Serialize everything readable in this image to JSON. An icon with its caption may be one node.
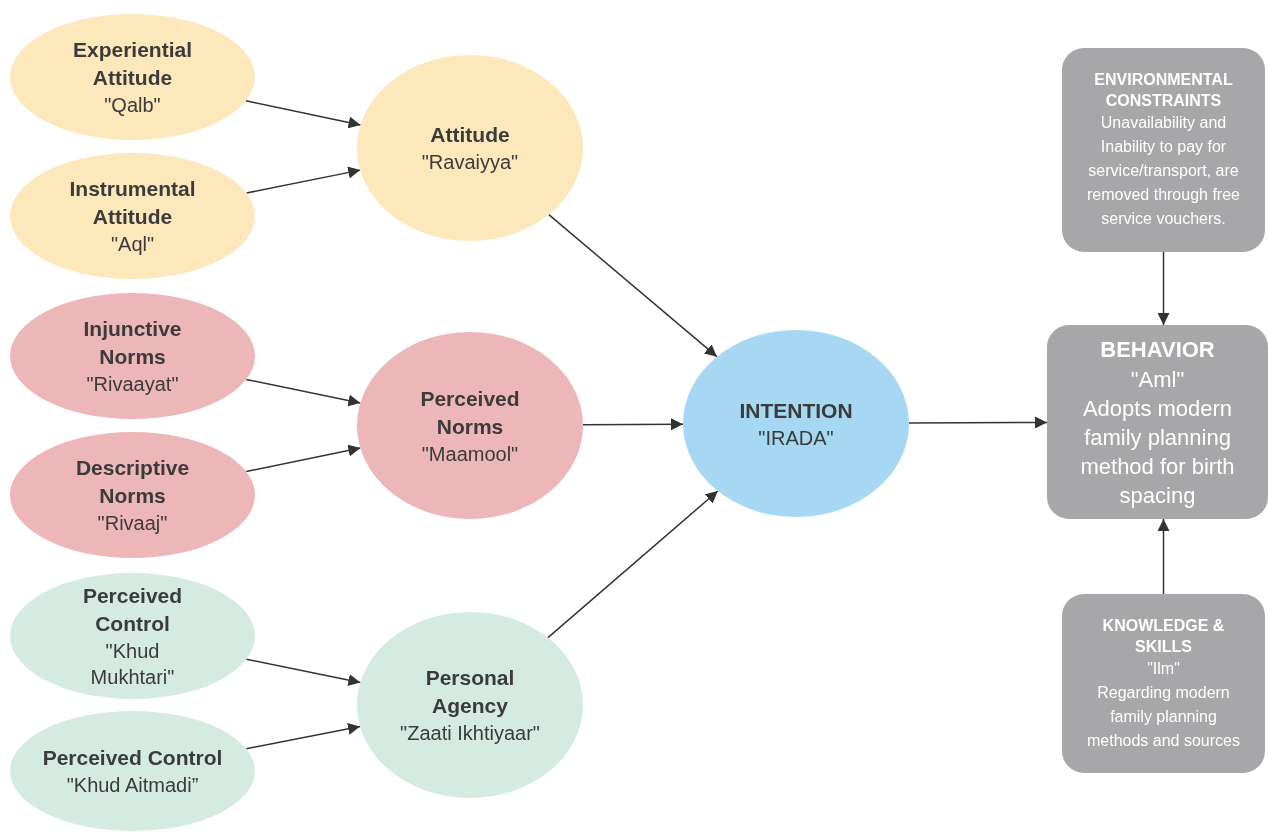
{
  "diagram": {
    "nodes": [
      {
        "text": [
          "Experiential Attitude",
          "\"Qalb\""
        ]
      },
      {
        "text": [
          "Instrumental Attitude",
          "\"Aql\""
        ]
      },
      {
        "text": [
          "Attitude",
          "\"Ravaiyya\""
        ]
      },
      {
        "text": [
          "Injunctive Norms",
          "\"Rivaayat\""
        ]
      },
      {
        "text": [
          "Descriptive Norms",
          "\"Rivaaj\""
        ]
      },
      {
        "text": [
          "Perceived Norms",
          "\"Maamool\""
        ]
      },
      {
        "text": [
          "Perceived Control",
          "\"Khud Mukhtari\""
        ]
      },
      {
        "text": [
          "Perceived Control",
          "\"Khud Aitmadi”"
        ]
      },
      {
        "text": [
          "Personal Agency",
          "\"Zaati Ikhtiyaar\""
        ]
      },
      {
        "text": [
          "INTENTION",
          "\"IRADA\""
        ]
      },
      {
        "text": [
          "ENVIRONMENTAL CONSTRAINTS",
          "Unavailability and Inability to pay for service/transport, are removed through free service vouchers."
        ]
      },
      {
        "text": [
          "BEHAVIOR",
          "\"Aml\"",
          "Adopts modern family planning method for birth spacing"
        ]
      },
      {
        "text": [
          "KNOWLEDGE & SKILLS",
          "\"Ilm\"",
          "Regarding modern family planning methods and sources"
        ]
      }
    ],
    "edges": [
      {
        "from": 0,
        "to": 2,
        "arrow": "to"
      },
      {
        "from": 1,
        "to": 2,
        "arrow": "to"
      },
      {
        "from": 3,
        "to": 5,
        "arrow": "to"
      },
      {
        "from": 4,
        "to": 5,
        "arrow": "to"
      },
      {
        "from": 6,
        "to": 8,
        "arrow": "to"
      },
      {
        "from": 7,
        "to": 8,
        "arrow": "to"
      },
      {
        "from": 2,
        "to": 9,
        "arrow": "to"
      },
      {
        "from": 5,
        "to": 9,
        "arrow": "to"
      },
      {
        "from": 8,
        "to": 9,
        "arrow": "to"
      },
      {
        "from": 9,
        "to": 11,
        "arrow": "to"
      },
      {
        "from": 10,
        "to": 11,
        "arrow": "to"
      },
      {
        "from": 12,
        "to": 11,
        "arrow": "to"
      }
    ]
  }
}
